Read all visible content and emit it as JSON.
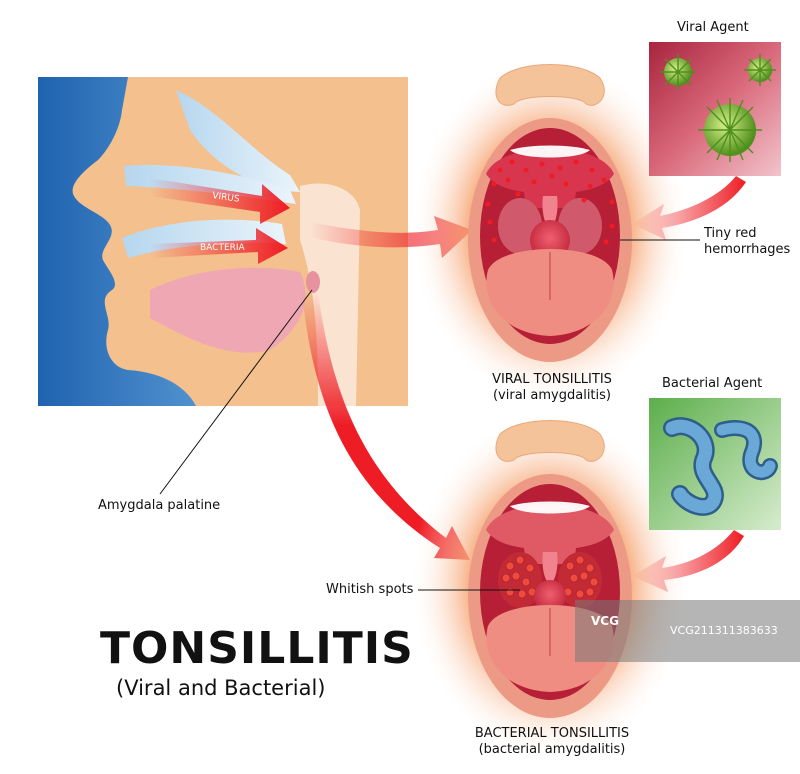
{
  "title": "TONSILLITIS",
  "subtitle": "(Viral and Bacterial)",
  "labels": {
    "viral_agent": "Viral Agent",
    "bacterial_agent": "Bacterial Agent",
    "virus_arrow": "VIRUS",
    "bacteria_arrow": "BACTERIA",
    "tiny_red_line1": "Tiny red",
    "tiny_red_line2": "hemorrhages",
    "amygdala": "Amygdala palatine",
    "whitish": "Whitish spots"
  },
  "captions": {
    "viral_title": "VIRAL TONSILLITIS",
    "viral_sub": "(viral amygdalitis)",
    "bacterial_title": "BACTERIAL TONSILLITIS",
    "bacterial_sub": "(bacterial amygdalitis)"
  },
  "watermark": {
    "logo": "VCG",
    "id": "VCG211311383633"
  },
  "colors": {
    "arrow_red": "#ee1c24",
    "skin": "#f3c08e",
    "profile_blue": "#2a6fb5",
    "viral_box": "#c7334b",
    "bacterial_box": "#5aa64a",
    "virus_green": "#8dc63f",
    "bacteria_blue": "#5b9bd5"
  },
  "icons": [
    "virus-icon",
    "bacteria-icon",
    "arrow-icon"
  ]
}
